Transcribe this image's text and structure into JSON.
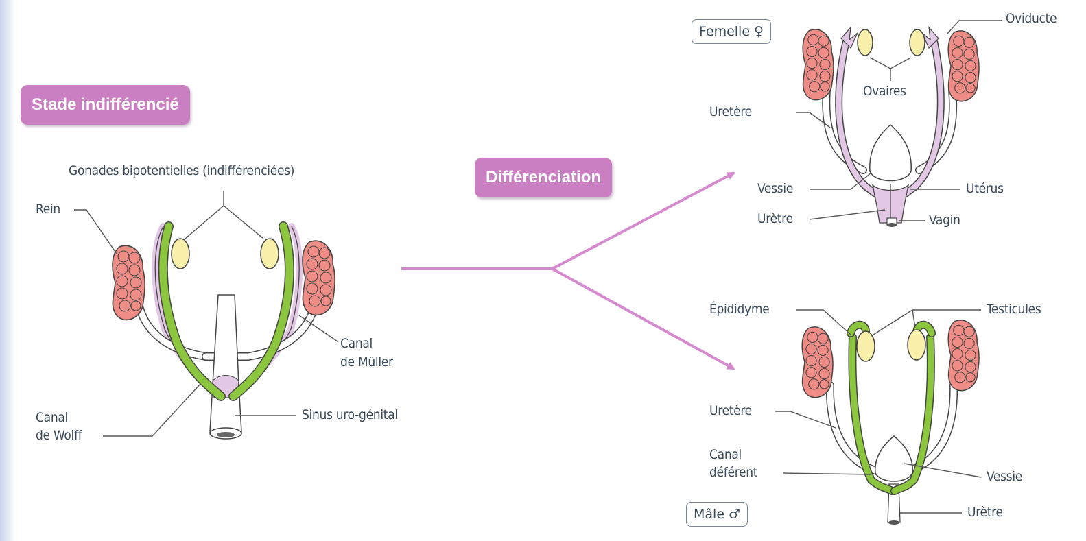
{
  "stage": {
    "title": "Stade indifférencié",
    "differentiation": "Différenciation"
  },
  "indifferent": {
    "gonades": "Gonades bipotentielles (indifférenciées)",
    "rein": "Rein",
    "canal_muller_1": "Canal",
    "canal_muller_2": "de Müller",
    "canal_wolff_1": "Canal",
    "canal_wolff_2": "de Wolff",
    "sinus": "Sinus uro-génital"
  },
  "female": {
    "sex_label": "Femelle ♀",
    "oviducte": "Oviducte",
    "ovaires": "Ovaires",
    "uretere": "Uretère",
    "vessie": "Vessie",
    "uterus": "Utérus",
    "uretre": "Urètre",
    "vagin": "Vagin"
  },
  "male": {
    "sex_label": "Mâle ♂",
    "epididyme": "Épididyme",
    "testicules": "Testicules",
    "uretere": "Uretère",
    "canal_def_1": "Canal",
    "canal_def_2": "déférent",
    "vessie": "Vessie",
    "uretre": "Urètre"
  },
  "colors": {
    "pill": "#c97fc2",
    "arrow": "#d58ad0",
    "kidney": "#f08c86",
    "gonad": "#f7efaa",
    "wolff": "#8cc63f",
    "muller": "#e3c8e6"
  }
}
